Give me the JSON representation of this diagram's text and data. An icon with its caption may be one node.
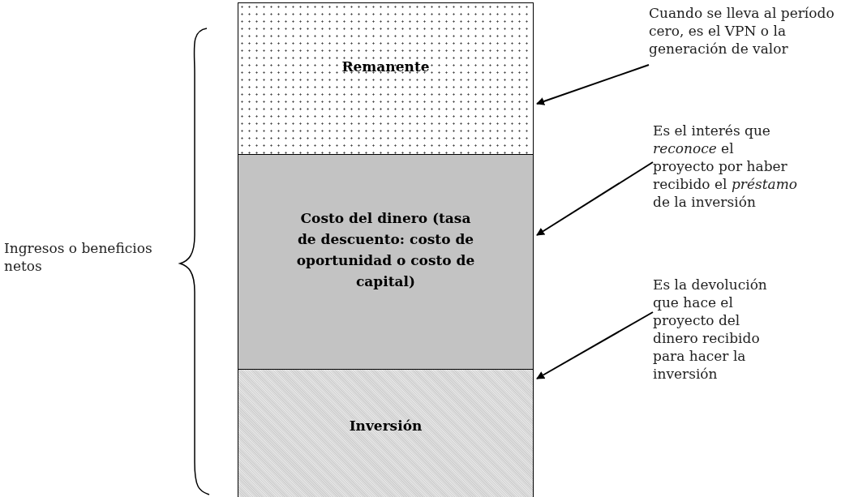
{
  "diagram": {
    "nodes": [
      {
        "text": [
          "Remanente"
        ]
      },
      {
        "text": [
          "Costo del dinero (tasa de descuento: costo de oportunidad o costo de capital)"
        ]
      },
      {
        "text": [
          "Inversión"
        ]
      },
      {
        "text": [
          "Cuando se lleva al período cero, es el VPN o la generación de valor"
        ]
      },
      {
        "text": [
          "Es el interés que *reconoce* el proyecto por haber recibido el *préstamo* de la inversión"
        ]
      },
      {
        "text": [
          "Es la devolución que hace el proyecto del dinero recibido para hacer la inversión"
        ]
      }
    ],
    "edges": [
      {
        "from": 3,
        "to": 0,
        "arrow": "to"
      },
      {
        "from": 4,
        "to": 1,
        "arrow": "to"
      },
      {
        "from": 5,
        "to": 2,
        "arrow": "to"
      }
    ],
    "labels": [
      "Ingresos o beneficios netos"
    ]
  }
}
